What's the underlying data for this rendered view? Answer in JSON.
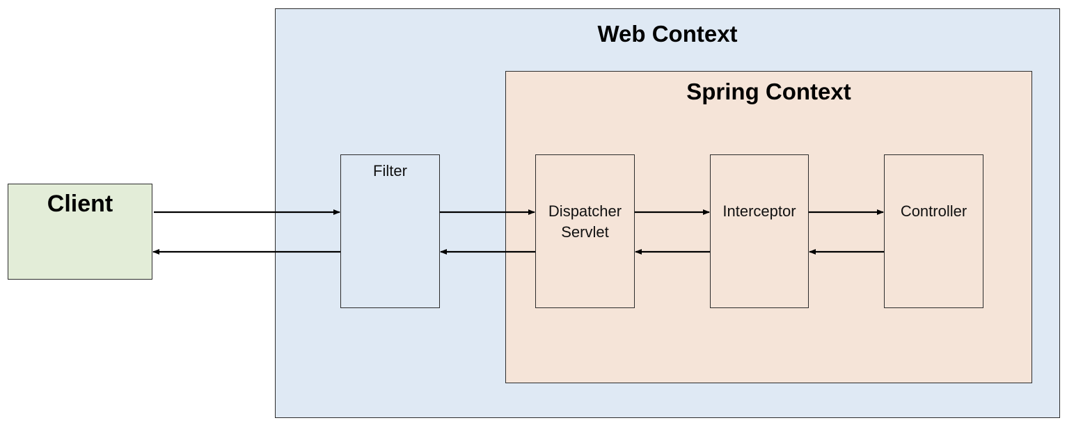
{
  "web_context": {
    "title": "Web Context",
    "fill": "#dfe9f4"
  },
  "spring_context": {
    "title": "Spring Context",
    "fill": "#f5e4d8"
  },
  "client": {
    "title": "Client",
    "fill": "#e3edd8"
  },
  "components": {
    "filter": {
      "label": "Filter"
    },
    "dispatcher": {
      "label_line1": "Dispatcher",
      "label_line2": "Servlet"
    },
    "interceptor": {
      "label": "Interceptor"
    },
    "controller": {
      "label": "Controller"
    }
  },
  "arrows": {
    "request_direction": "left-to-right",
    "response_direction": "right-to-left",
    "color": "#000000"
  }
}
